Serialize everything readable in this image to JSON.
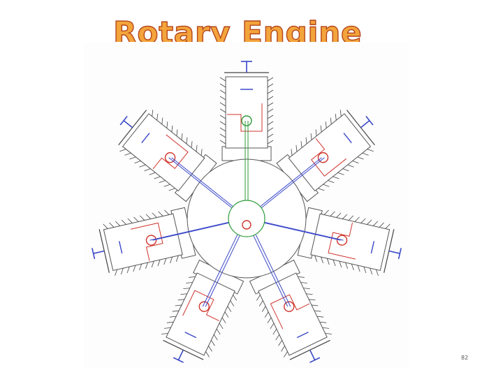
{
  "slide": {
    "title": "Rotary Engine",
    "page_number": "82"
  },
  "colors": {
    "title_fill": "#f3a43b",
    "title_stroke": "#b5451b",
    "outline": "#555555",
    "con_rod": "#3a48c8",
    "master_rod": "#2e9a3a",
    "piston_detail": "#d0342c"
  },
  "diagram": {
    "cylinder_count": 7,
    "icons": [
      "engine-crankcase",
      "cylinder",
      "piston",
      "connecting-rod",
      "master-rod",
      "spark-plug"
    ]
  }
}
